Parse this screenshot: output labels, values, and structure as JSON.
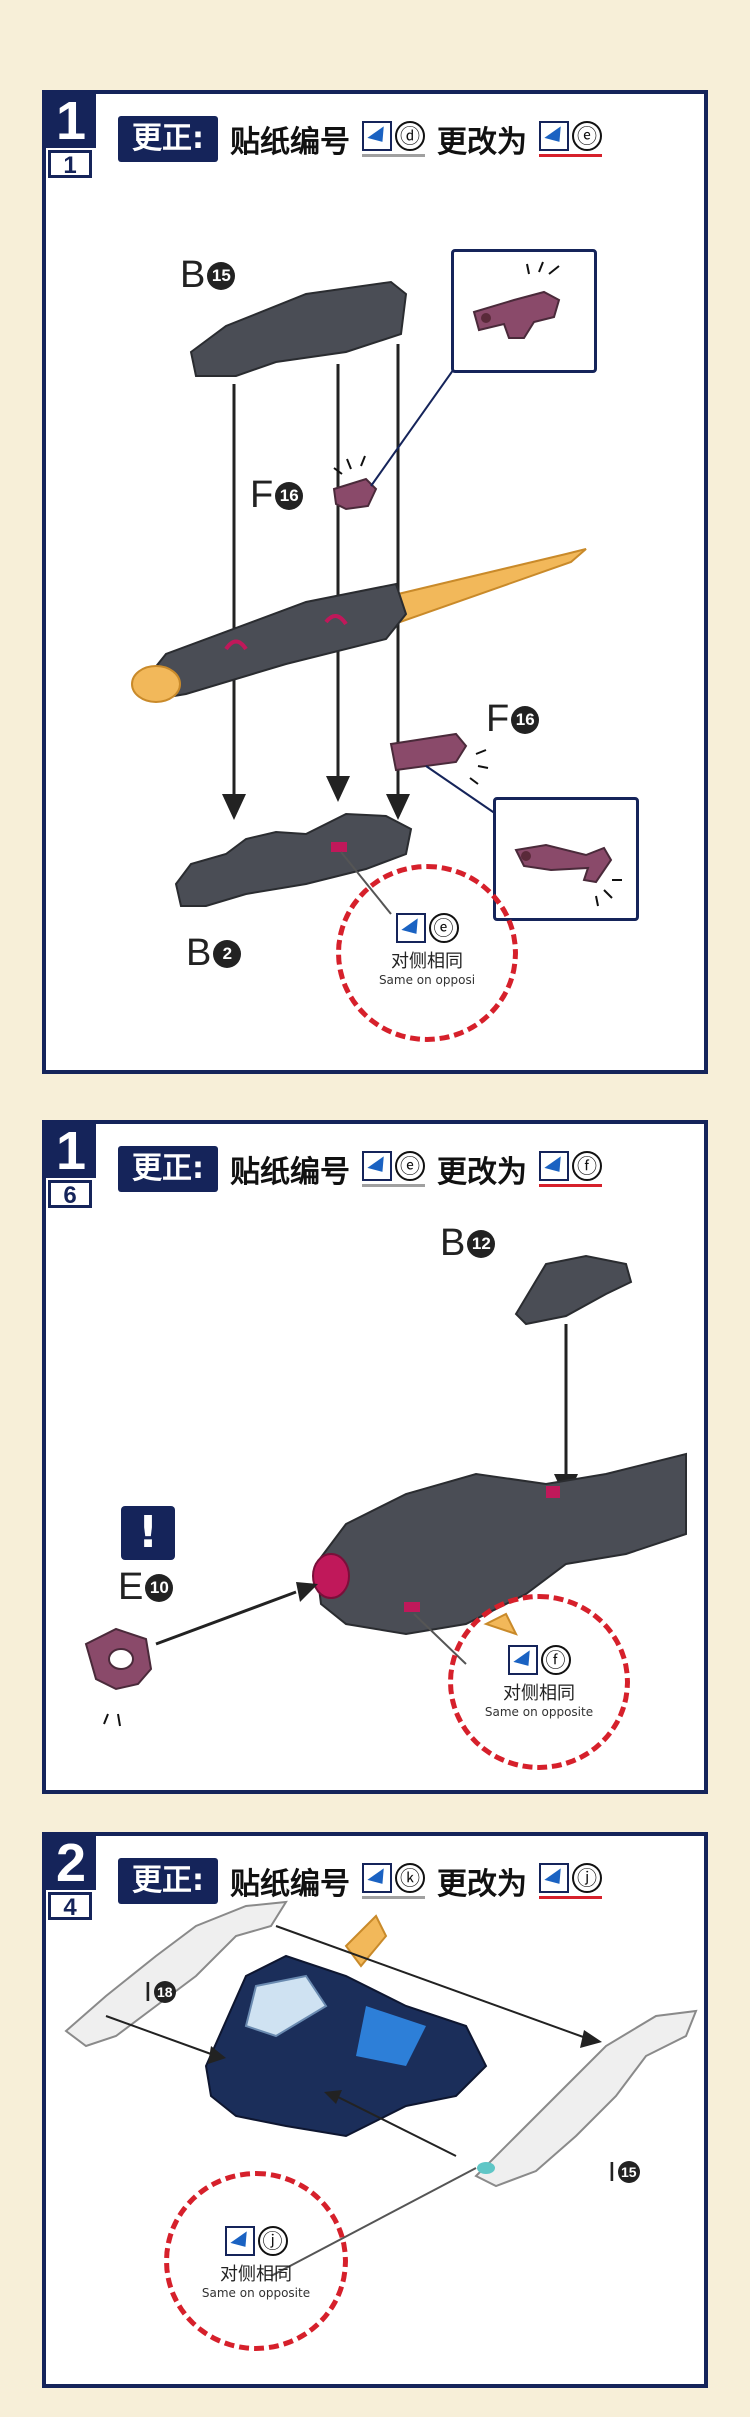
{
  "panels": [
    {
      "step": "1",
      "substep": "1",
      "correction": {
        "badge": "更正:",
        "text": "贴纸编号",
        "old_code": "ⓓ",
        "change": "更改为",
        "new_code": "ⓔ"
      },
      "labels": {
        "b15": {
          "letter": "B",
          "num": "15"
        },
        "f16a": {
          "letter": "F",
          "num": "16"
        },
        "f16b": {
          "letter": "F",
          "num": "16"
        },
        "b2": {
          "letter": "B",
          "num": "2"
        }
      },
      "callout": {
        "code": "ⓔ",
        "zh": "对侧相同",
        "en": "Same on opposi"
      }
    },
    {
      "step": "1",
      "substep": "6",
      "correction": {
        "badge": "更正:",
        "text": "贴纸编号",
        "old_code": "ⓔ",
        "change": "更改为",
        "new_code": "ⓕ"
      },
      "labels": {
        "b12": {
          "letter": "B",
          "num": "12"
        },
        "e10": {
          "letter": "E",
          "num": "10"
        }
      },
      "warning": "!",
      "callout": {
        "code": "ⓕ",
        "zh": "对侧相同",
        "en": "Same on opposite"
      }
    },
    {
      "step": "2",
      "substep": "4",
      "correction": {
        "badge": "更正:",
        "text": "贴纸编号",
        "old_code": "ⓚ",
        "change": "更改为",
        "new_code": "ⓙ"
      },
      "labels": {
        "i18": {
          "letter": "I",
          "num": "18"
        },
        "i15": {
          "letter": "I",
          "num": "15"
        }
      },
      "callout": {
        "code": "ⓙ",
        "zh": "对侧相同",
        "en": "Same on opposite"
      }
    }
  ],
  "colors": {
    "navy": "#15245a",
    "red": "#d6202b",
    "gray_part": "#4a4d55",
    "magenta": "#c0185a",
    "purple": "#8a4a6a",
    "tan": "#f2b85a",
    "background": "#f7efd8"
  }
}
